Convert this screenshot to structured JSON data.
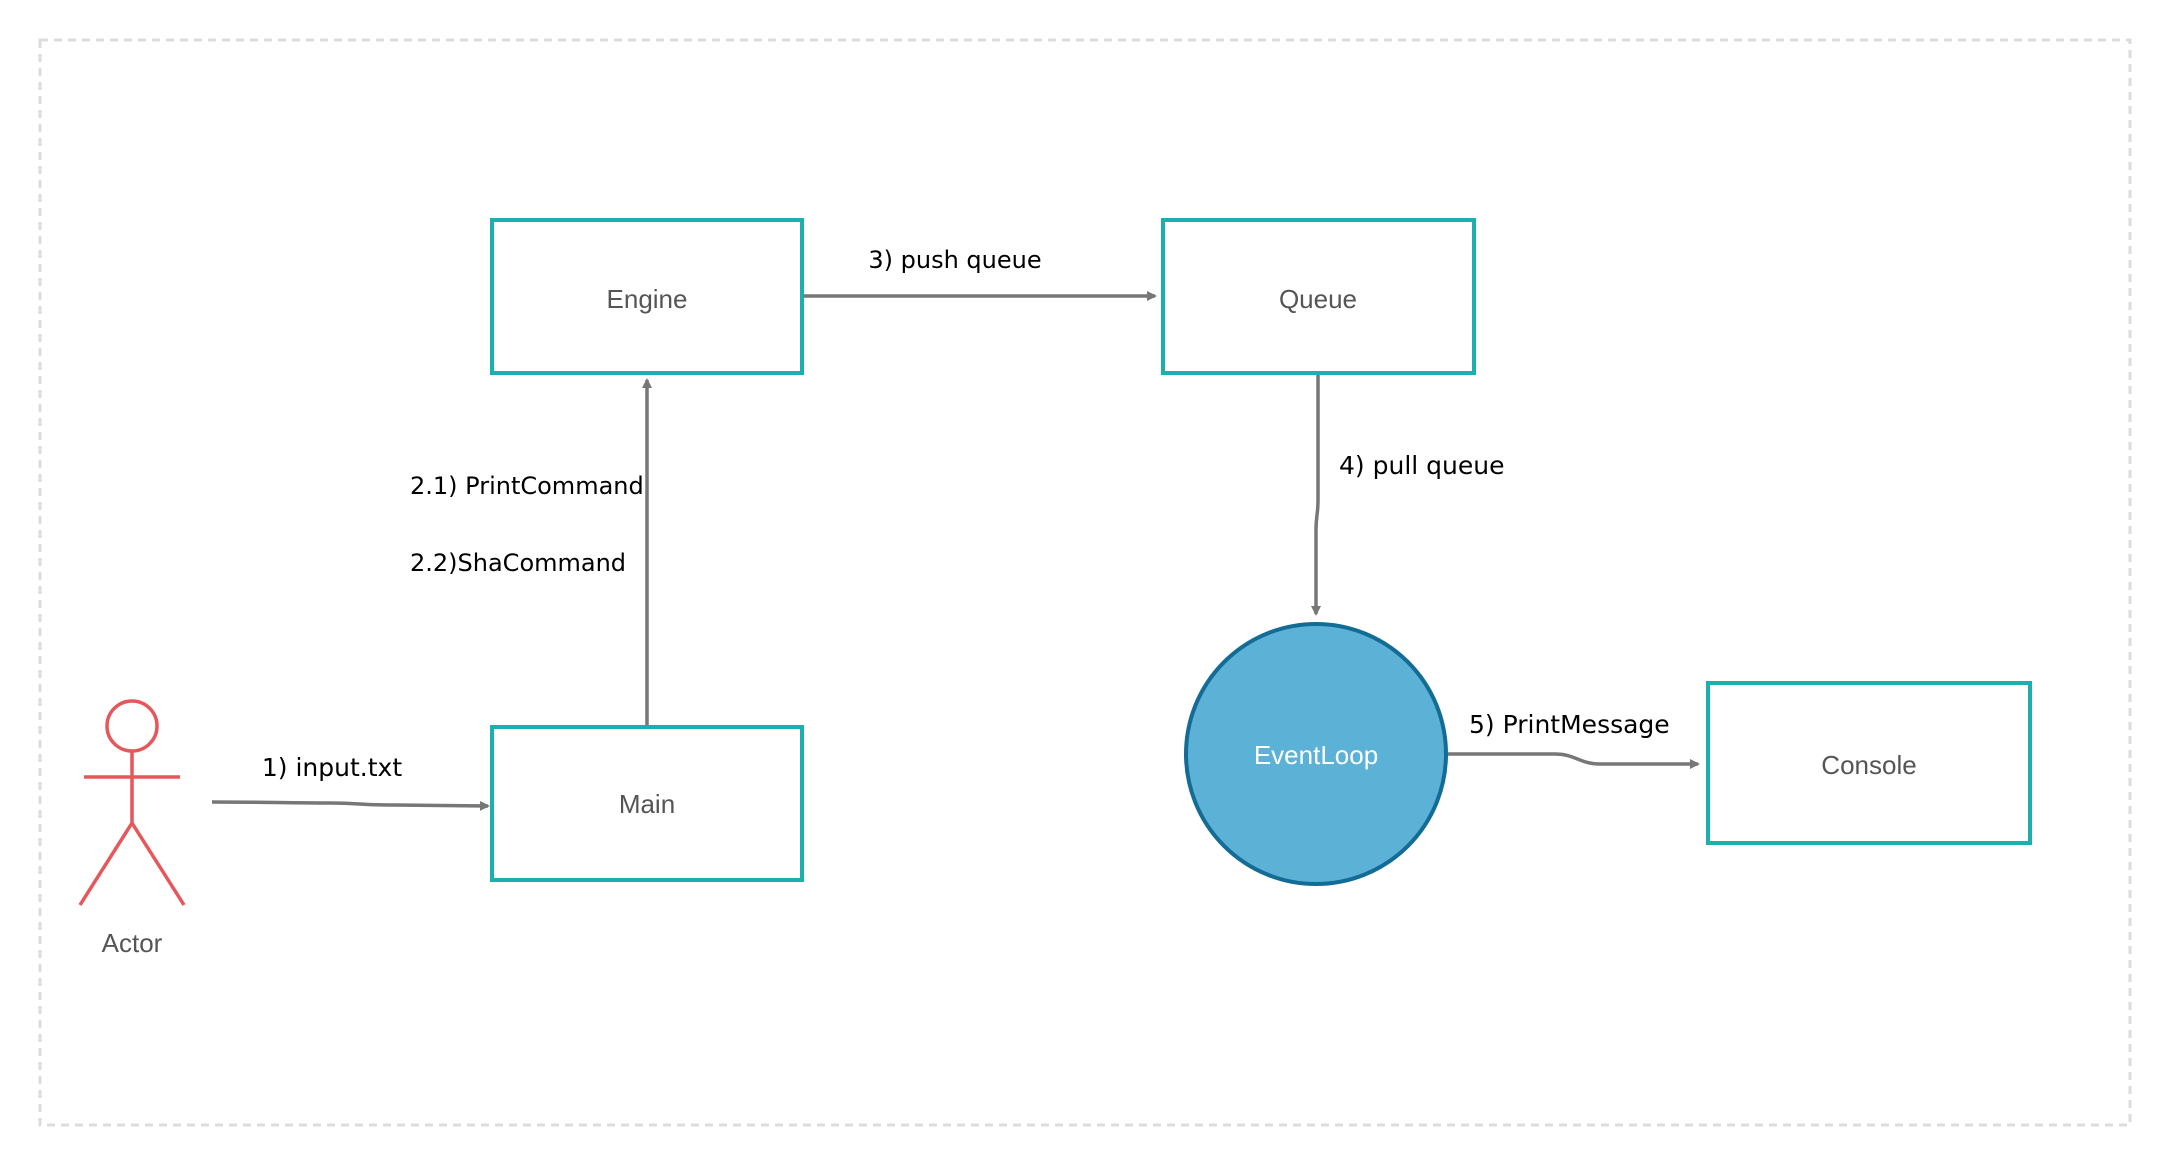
{
  "colors": {
    "box_border": "#1bafaf",
    "edge": "#777777",
    "actor": "#e5575b",
    "circle_fill": "#5cb1d6",
    "circle_border": "#136c96",
    "frame": "#dcdcdc"
  },
  "nodes": {
    "engine": "Engine",
    "queue": "Queue",
    "main": "Main",
    "eventloop": "EventLoop",
    "console": "Console",
    "actor": "Actor"
  },
  "edges": {
    "input": "1) input.txt",
    "print_command": "2.1) PrintCommand",
    "sha_command": "2.2)ShaCommand",
    "push_queue": "3) push queue",
    "pull_queue": "4) pull queue",
    "print_message": "5) PrintMessage"
  }
}
